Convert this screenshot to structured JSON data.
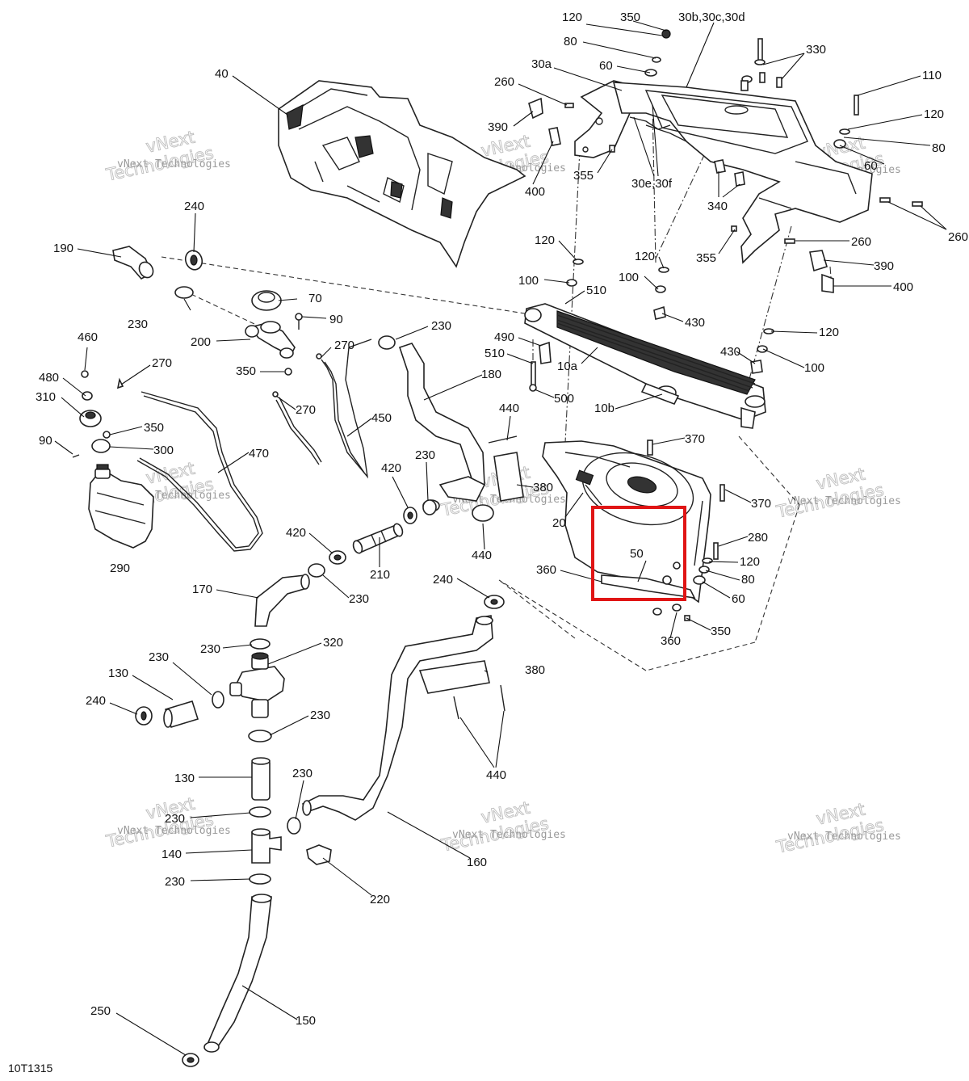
{
  "figure_id": "10T1315",
  "watermark": {
    "line1": "vNext",
    "line2": "Technologies",
    "small": "vNext Technologies"
  },
  "highlight": {
    "target": "50",
    "color": "#e01515"
  },
  "callouts": [
    {
      "id": "c-120a",
      "text": "120"
    },
    {
      "id": "c-350a",
      "text": "350"
    },
    {
      "id": "c-30bcd",
      "text": "30b,30c,30d"
    },
    {
      "id": "c-80a",
      "text": "80"
    },
    {
      "id": "c-330",
      "text": "330"
    },
    {
      "id": "c-30a",
      "text": "30a"
    },
    {
      "id": "c-60a",
      "text": "60"
    },
    {
      "id": "c-110",
      "text": "110"
    },
    {
      "id": "c-260a",
      "text": "260"
    },
    {
      "id": "c-120b",
      "text": "120"
    },
    {
      "id": "c-390a",
      "text": "390"
    },
    {
      "id": "c-80b",
      "text": "80"
    },
    {
      "id": "c-60b",
      "text": "60"
    },
    {
      "id": "c-355a",
      "text": "355"
    },
    {
      "id": "c-30ef",
      "text": "30e,30f"
    },
    {
      "id": "c-400a",
      "text": "400"
    },
    {
      "id": "c-260b",
      "text": "260"
    },
    {
      "id": "c-340",
      "text": "340"
    },
    {
      "id": "c-40",
      "text": "40"
    },
    {
      "id": "c-240a",
      "text": "240"
    },
    {
      "id": "c-190",
      "text": "190"
    },
    {
      "id": "c-120c",
      "text": "120"
    },
    {
      "id": "c-355b",
      "text": "355"
    },
    {
      "id": "c-260c",
      "text": "260"
    },
    {
      "id": "c-120d",
      "text": "120"
    },
    {
      "id": "c-390b",
      "text": "390"
    },
    {
      "id": "c-100a",
      "text": "100"
    },
    {
      "id": "c-510a",
      "text": "510"
    },
    {
      "id": "c-100b",
      "text": "100"
    },
    {
      "id": "c-400b",
      "text": "400"
    },
    {
      "id": "c-230a",
      "text": "230"
    },
    {
      "id": "c-70",
      "text": "70"
    },
    {
      "id": "c-90a",
      "text": "90"
    },
    {
      "id": "c-430a",
      "text": "430"
    },
    {
      "id": "c-460",
      "text": "460"
    },
    {
      "id": "c-200",
      "text": "200"
    },
    {
      "id": "c-230b",
      "text": "230"
    },
    {
      "id": "c-120e",
      "text": "120"
    },
    {
      "id": "c-270a",
      "text": "270"
    },
    {
      "id": "c-490",
      "text": "490"
    },
    {
      "id": "c-270b",
      "text": "270"
    },
    {
      "id": "c-510b",
      "text": "510"
    },
    {
      "id": "c-430b",
      "text": "430"
    },
    {
      "id": "c-480",
      "text": "480"
    },
    {
      "id": "c-350b",
      "text": "350"
    },
    {
      "id": "c-10a",
      "text": "10a"
    },
    {
      "id": "c-100c",
      "text": "100"
    },
    {
      "id": "c-180",
      "text": "180"
    },
    {
      "id": "c-310",
      "text": "310"
    },
    {
      "id": "c-500",
      "text": "500"
    },
    {
      "id": "c-270c",
      "text": "270"
    },
    {
      "id": "c-10b",
      "text": "10b"
    },
    {
      "id": "c-450",
      "text": "450"
    },
    {
      "id": "c-350c",
      "text": "350"
    },
    {
      "id": "c-440a",
      "text": "440"
    },
    {
      "id": "c-90b",
      "text": "90"
    },
    {
      "id": "c-300",
      "text": "300"
    },
    {
      "id": "c-370a",
      "text": "370"
    },
    {
      "id": "c-470",
      "text": "470"
    },
    {
      "id": "c-230c",
      "text": "230"
    },
    {
      "id": "c-420a",
      "text": "420"
    },
    {
      "id": "c-380a",
      "text": "380"
    },
    {
      "id": "c-370b",
      "text": "370"
    },
    {
      "id": "c-20",
      "text": "20"
    },
    {
      "id": "c-420b",
      "text": "420"
    },
    {
      "id": "c-440b",
      "text": "440"
    },
    {
      "id": "c-280",
      "text": "280"
    },
    {
      "id": "c-290",
      "text": "290"
    },
    {
      "id": "c-210",
      "text": "210"
    },
    {
      "id": "c-50",
      "text": "50"
    },
    {
      "id": "c-120f",
      "text": "120"
    },
    {
      "id": "c-360a",
      "text": "360"
    },
    {
      "id": "c-240b",
      "text": "240"
    },
    {
      "id": "c-80c",
      "text": "80"
    },
    {
      "id": "c-170",
      "text": "170"
    },
    {
      "id": "c-230d",
      "text": "230"
    },
    {
      "id": "c-60c",
      "text": "60"
    },
    {
      "id": "c-350d",
      "text": "350"
    },
    {
      "id": "c-360b",
      "text": "360"
    },
    {
      "id": "c-320",
      "text": "320"
    },
    {
      "id": "c-230e",
      "text": "230"
    },
    {
      "id": "c-230f",
      "text": "230"
    },
    {
      "id": "c-380b",
      "text": "380"
    },
    {
      "id": "c-130a",
      "text": "130"
    },
    {
      "id": "c-240c",
      "text": "240"
    },
    {
      "id": "c-230g",
      "text": "230"
    },
    {
      "id": "c-440c",
      "text": "440"
    },
    {
      "id": "c-130b",
      "text": "130"
    },
    {
      "id": "c-230h",
      "text": "230"
    },
    {
      "id": "c-230i",
      "text": "230"
    },
    {
      "id": "c-140",
      "text": "140"
    },
    {
      "id": "c-160",
      "text": "160"
    },
    {
      "id": "c-230j",
      "text": "230"
    },
    {
      "id": "c-220",
      "text": "220"
    },
    {
      "id": "c-150",
      "text": "150"
    },
    {
      "id": "c-250",
      "text": "250"
    }
  ]
}
